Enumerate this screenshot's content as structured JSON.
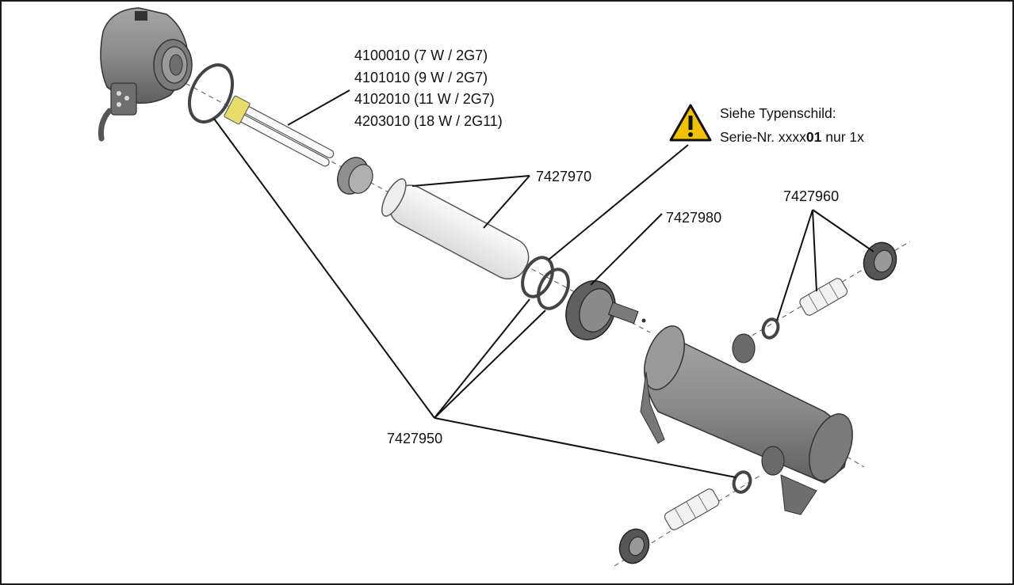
{
  "lamps": [
    "4100010 (7 W / 2G7)",
    "4101010 (9 W / 2G7)",
    "4102010 (11 W / 2G7)",
    "4203010 (18 W / 2G11)"
  ],
  "warning": {
    "line1": "Siehe Typenschild:",
    "line2_prefix": "Serie-Nr. xxxx",
    "line2_bold": "01",
    "line2_suffix": " nur 1x"
  },
  "parts": {
    "quartz_sleeve": "7427970",
    "bayonet_ring": "7427980",
    "connector_set": "7427960",
    "seal_set": "7427950"
  },
  "colors": {
    "housing": "#8a8a8a",
    "housing_dark": "#5e5e5e",
    "lamp_base": "#e8dc6a",
    "sleeve": "#f0f0f0",
    "line": "#111111",
    "warning_fill": "#f2c200"
  }
}
